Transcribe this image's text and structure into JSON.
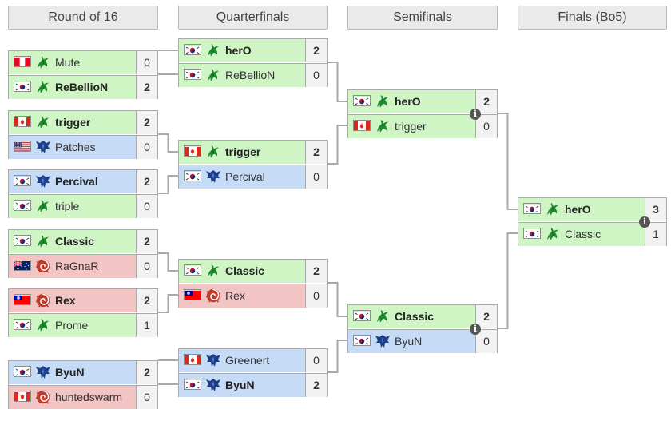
{
  "rounds": [
    {
      "title": "Round of 16"
    },
    {
      "title": "Quarterfinals"
    },
    {
      "title": "Semifinals"
    },
    {
      "title": "Finals (Bo5)"
    }
  ],
  "colors": {
    "zerg": "#f2c4c4",
    "terran": "#c6dbf5",
    "protoss": "#cff5c5",
    "border": "#a9a9a9",
    "connector": "#a9a9a9"
  },
  "matches": [
    {
      "id": "r16-1",
      "round": 0,
      "players": [
        {
          "name": "Mute",
          "flag": "peru",
          "race": "protoss",
          "score": "0",
          "won": false
        },
        {
          "name": "ReBellioN",
          "flag": "korea",
          "race": "protoss",
          "score": "2",
          "won": true
        }
      ]
    },
    {
      "id": "r16-2",
      "round": 0,
      "players": [
        {
          "name": "trigger",
          "flag": "canada",
          "race": "protoss",
          "score": "2",
          "won": true
        },
        {
          "name": "Patches",
          "flag": "usa",
          "race": "terran",
          "score": "0",
          "won": false
        }
      ]
    },
    {
      "id": "r16-3",
      "round": 0,
      "players": [
        {
          "name": "Percival",
          "flag": "korea",
          "race": "terran",
          "score": "2",
          "won": true
        },
        {
          "name": "triple",
          "flag": "korea",
          "race": "protoss",
          "score": "0",
          "won": false
        }
      ]
    },
    {
      "id": "r16-4",
      "round": 0,
      "players": [
        {
          "name": "Classic",
          "flag": "korea",
          "race": "protoss",
          "score": "2",
          "won": true
        },
        {
          "name": "RaGnaR",
          "flag": "australia",
          "race": "zerg",
          "score": "0",
          "won": false
        }
      ]
    },
    {
      "id": "r16-5",
      "round": 0,
      "players": [
        {
          "name": "Rex",
          "flag": "taiwan",
          "race": "zerg",
          "score": "2",
          "won": true
        },
        {
          "name": "Prome",
          "flag": "korea",
          "race": "protoss",
          "score": "1",
          "won": false
        }
      ]
    },
    {
      "id": "r16-6",
      "round": 0,
      "players": [
        {
          "name": "ByuN",
          "flag": "korea",
          "race": "terran",
          "score": "2",
          "won": true
        },
        {
          "name": "huntedswarm",
          "flag": "canada",
          "race": "zerg",
          "score": "0",
          "won": false
        }
      ]
    },
    {
      "id": "qf-1",
      "round": 1,
      "players": [
        {
          "name": "herO",
          "flag": "korea",
          "race": "protoss",
          "score": "2",
          "won": true
        },
        {
          "name": "ReBellioN",
          "flag": "korea",
          "race": "protoss",
          "score": "0",
          "won": false
        }
      ]
    },
    {
      "id": "qf-2",
      "round": 1,
      "players": [
        {
          "name": "trigger",
          "flag": "canada",
          "race": "protoss",
          "score": "2",
          "won": true
        },
        {
          "name": "Percival",
          "flag": "korea",
          "race": "terran",
          "score": "0",
          "won": false
        }
      ]
    },
    {
      "id": "qf-3",
      "round": 1,
      "players": [
        {
          "name": "Classic",
          "flag": "korea",
          "race": "protoss",
          "score": "2",
          "won": true
        },
        {
          "name": "Rex",
          "flag": "taiwan",
          "race": "zerg",
          "score": "0",
          "won": false
        }
      ]
    },
    {
      "id": "qf-4",
      "round": 1,
      "players": [
        {
          "name": "Greenert",
          "flag": "canada",
          "race": "terran",
          "score": "0",
          "won": false
        },
        {
          "name": "ByuN",
          "flag": "korea",
          "race": "terran",
          "score": "2",
          "won": true
        }
      ]
    },
    {
      "id": "sf-1",
      "round": 2,
      "info": true,
      "players": [
        {
          "name": "herO",
          "flag": "korea",
          "race": "protoss",
          "score": "2",
          "won": true
        },
        {
          "name": "trigger",
          "flag": "canada",
          "race": "protoss",
          "score": "0",
          "won": false
        }
      ]
    },
    {
      "id": "sf-2",
      "round": 2,
      "info": true,
      "players": [
        {
          "name": "Classic",
          "flag": "korea",
          "race": "protoss",
          "score": "2",
          "won": true
        },
        {
          "name": "ByuN",
          "flag": "korea",
          "race": "terran",
          "score": "0",
          "won": false
        }
      ]
    },
    {
      "id": "final",
      "round": 3,
      "info": true,
      "players": [
        {
          "name": "herO",
          "flag": "korea",
          "race": "protoss",
          "score": "3",
          "won": true
        },
        {
          "name": "Classic",
          "flag": "korea",
          "race": "protoss",
          "score": "1",
          "won": false
        }
      ]
    }
  ]
}
